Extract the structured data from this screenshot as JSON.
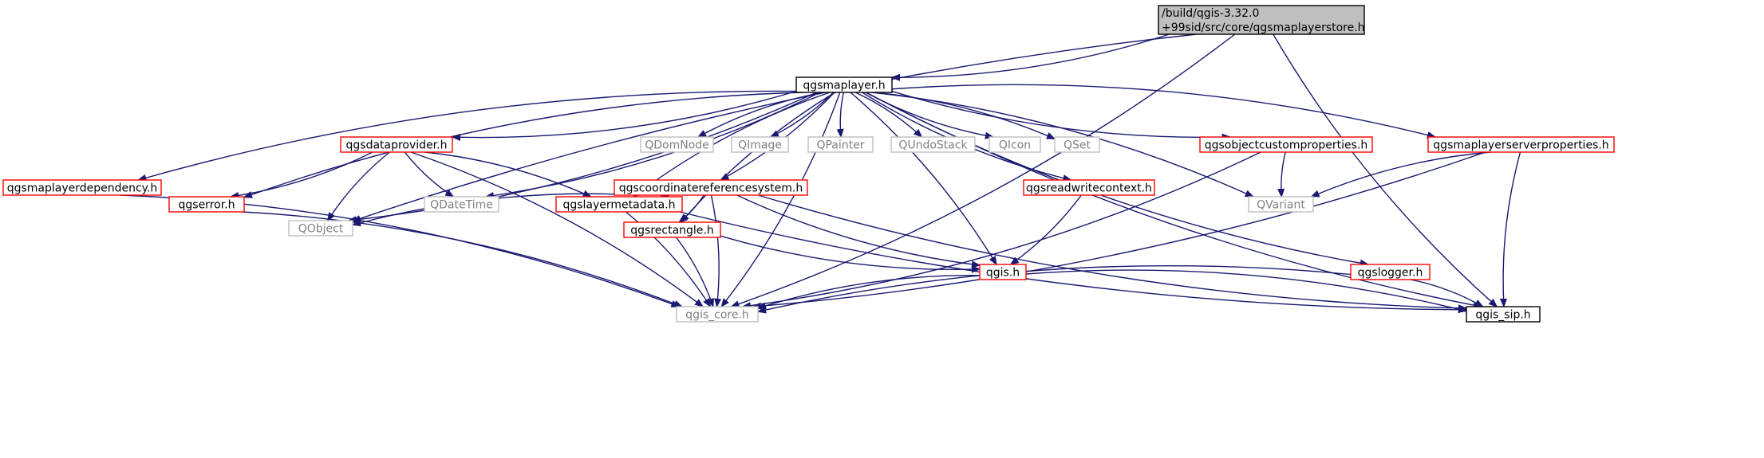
{
  "diagram": {
    "type": "include-dependency-graph",
    "colors": {
      "edge": "#191970",
      "root_fill": "#bfbfbf",
      "root_border": "#000000",
      "plain_border": "#000000",
      "linked_border": "#ff0000",
      "external_border": "#bfbfbf",
      "external_text": "#808080",
      "text": "#000000",
      "background": "#ffffff"
    },
    "nodes": [
      {
        "id": "root",
        "label": "/build/qgis-3.32.0\n+99sid/src/core/qgsmaplayerstore.h",
        "style": "root"
      },
      {
        "id": "maplayer",
        "label": "qgsmaplayer.h",
        "style": "plain"
      },
      {
        "id": "dataprovider",
        "label": "qgsdataprovider.h",
        "style": "linked"
      },
      {
        "id": "qdomnode",
        "label": "QDomNode",
        "style": "external"
      },
      {
        "id": "qimage",
        "label": "QImage",
        "style": "external"
      },
      {
        "id": "qpainter",
        "label": "QPainter",
        "style": "external"
      },
      {
        "id": "qundostack",
        "label": "QUndoStack",
        "style": "external"
      },
      {
        "id": "qicon",
        "label": "QIcon",
        "style": "external"
      },
      {
        "id": "qset",
        "label": "QSet",
        "style": "external"
      },
      {
        "id": "customprops",
        "label": "qgsobjectcustomproperties.h",
        "style": "linked"
      },
      {
        "id": "serverprops",
        "label": "qgsmaplayerserverproperties.h",
        "style": "linked"
      },
      {
        "id": "qgserror",
        "label": "qgserror.h",
        "style": "linked"
      },
      {
        "id": "qdatetime",
        "label": "QDateTime",
        "style": "external"
      },
      {
        "id": "layermeta",
        "label": "qgslayermetadata.h",
        "style": "linked"
      },
      {
        "id": "qvariant",
        "label": "QVariant",
        "style": "external"
      },
      {
        "id": "dependency",
        "label": "qgsmaplayerdependency.h",
        "style": "linked"
      },
      {
        "id": "crs",
        "label": "qgscoordinatereferencesystem.h",
        "style": "linked"
      },
      {
        "id": "readwrite",
        "label": "qgsreadwritecontext.h",
        "style": "linked"
      },
      {
        "id": "qobject",
        "label": "QObject",
        "style": "external"
      },
      {
        "id": "rectangle",
        "label": "qgsrectangle.h",
        "style": "linked"
      },
      {
        "id": "qgis",
        "label": "qgis.h",
        "style": "linked"
      },
      {
        "id": "logger",
        "label": "qgslogger.h",
        "style": "linked"
      },
      {
        "id": "core",
        "label": "qgis_core.h",
        "style": "external"
      },
      {
        "id": "sip",
        "label": "qgis_sip.h",
        "style": "plain"
      }
    ],
    "edges": [
      [
        "root",
        "maplayer"
      ],
      [
        "root",
        "qobject"
      ],
      [
        "root",
        "core"
      ],
      [
        "root",
        "sip"
      ],
      [
        "maplayer",
        "dataprovider"
      ],
      [
        "maplayer",
        "qdomnode"
      ],
      [
        "maplayer",
        "qimage"
      ],
      [
        "maplayer",
        "qpainter"
      ],
      [
        "maplayer",
        "qundostack"
      ],
      [
        "maplayer",
        "qicon"
      ],
      [
        "maplayer",
        "qset"
      ],
      [
        "maplayer",
        "customprops"
      ],
      [
        "maplayer",
        "serverprops"
      ],
      [
        "maplayer",
        "qgserror"
      ],
      [
        "maplayer",
        "qdatetime"
      ],
      [
        "maplayer",
        "layermeta"
      ],
      [
        "maplayer",
        "qvariant"
      ],
      [
        "maplayer",
        "dependency"
      ],
      [
        "maplayer",
        "crs"
      ],
      [
        "maplayer",
        "readwrite"
      ],
      [
        "maplayer",
        "qobject"
      ],
      [
        "maplayer",
        "rectangle"
      ],
      [
        "maplayer",
        "qgis"
      ],
      [
        "maplayer",
        "logger"
      ],
      [
        "maplayer",
        "core"
      ],
      [
        "maplayer",
        "sip"
      ],
      [
        "dataprovider",
        "qgserror"
      ],
      [
        "dataprovider",
        "qdatetime"
      ],
      [
        "dataprovider",
        "layermeta"
      ],
      [
        "dataprovider",
        "qobject"
      ],
      [
        "dataprovider",
        "core"
      ],
      [
        "customprops",
        "qvariant"
      ],
      [
        "customprops",
        "core"
      ],
      [
        "serverprops",
        "qvariant"
      ],
      [
        "serverprops",
        "core"
      ],
      [
        "serverprops",
        "sip"
      ],
      [
        "qgserror",
        "core"
      ],
      [
        "layermeta",
        "crs"
      ],
      [
        "layermeta",
        "core"
      ],
      [
        "layermeta",
        "sip"
      ],
      [
        "dependency",
        "core"
      ],
      [
        "crs",
        "qobject"
      ],
      [
        "crs",
        "rectangle"
      ],
      [
        "crs",
        "qgis"
      ],
      [
        "crs",
        "core"
      ],
      [
        "crs",
        "sip"
      ],
      [
        "readwrite",
        "qgis"
      ],
      [
        "rectangle",
        "qgis"
      ],
      [
        "rectangle",
        "core"
      ],
      [
        "qgis",
        "core"
      ],
      [
        "qgis",
        "sip"
      ],
      [
        "logger",
        "core"
      ],
      [
        "logger",
        "sip"
      ]
    ]
  }
}
